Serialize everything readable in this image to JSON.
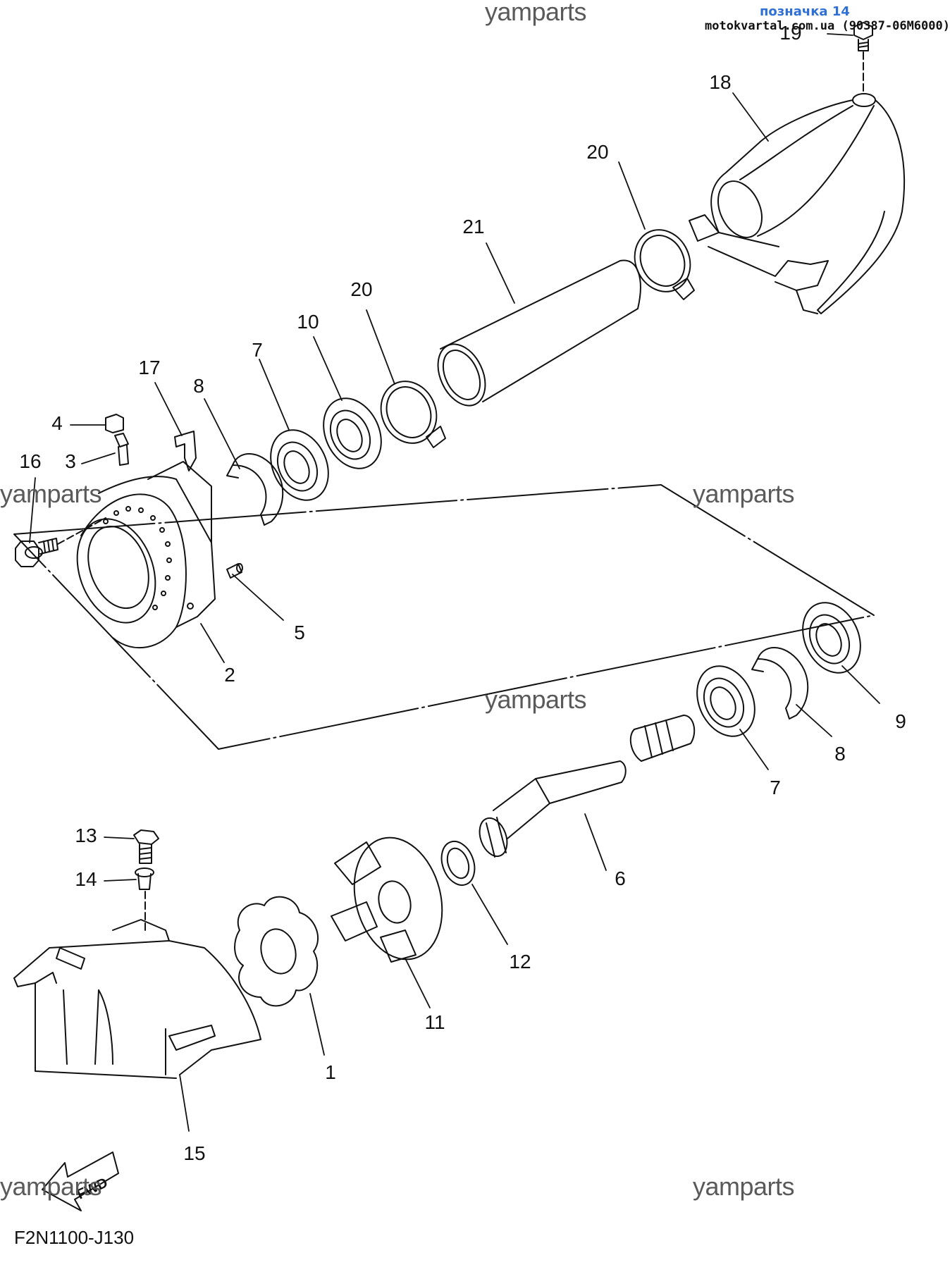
{
  "header": {
    "title": "позначка 14",
    "subtitle": "motokvartal.com.ua (90387-06M6000)"
  },
  "watermarks": [
    "yamparts",
    "yamparts",
    "yamparts",
    "yamparts",
    "yamparts",
    "yamparts"
  ],
  "figure_code": "F2N1100-J130",
  "fwd_label": "FWD",
  "callouts": [
    "19",
    "18",
    "20",
    "21",
    "20",
    "10",
    "7",
    "8",
    "17",
    "4",
    "3",
    "16",
    "5",
    "2",
    "9",
    "8",
    "7",
    "6",
    "13",
    "14",
    "12",
    "11",
    "1",
    "15"
  ],
  "colors": {
    "ink": "#111111",
    "watermark": "#5a5a5a",
    "header_blue": "#2f6fd6"
  }
}
